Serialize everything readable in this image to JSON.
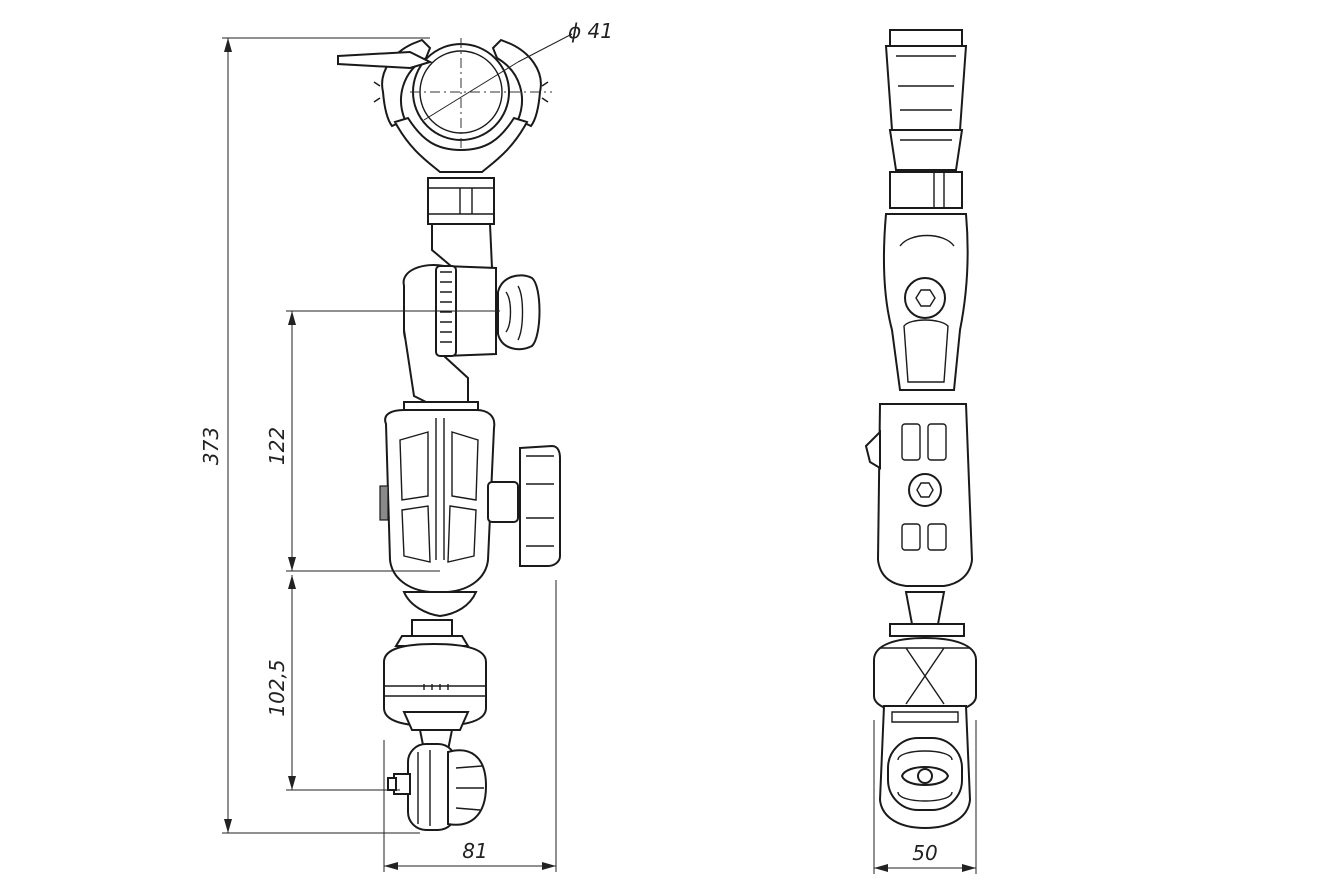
{
  "dimensions": {
    "diameter": "ϕ 41",
    "total_height": "373",
    "upper_arm": "122",
    "lower_arm": "102,5",
    "side_width": "81",
    "front_width": "50"
  }
}
